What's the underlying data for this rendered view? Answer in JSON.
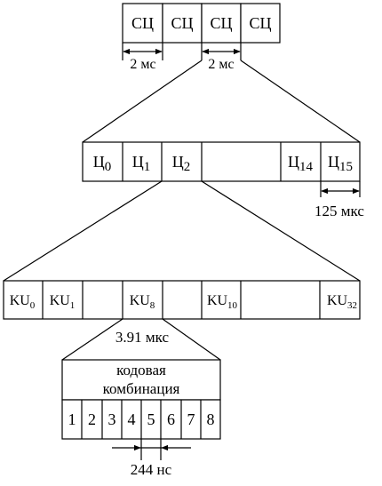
{
  "level1": {
    "cells": [
      "СЦ",
      "СЦ",
      "СЦ",
      "СЦ"
    ],
    "dim_left": "2 мс",
    "dim_right": "2 мс"
  },
  "level2": {
    "cells": [
      {
        "main": "Ц",
        "sub": "0"
      },
      {
        "main": "Ц",
        "sub": "1"
      },
      {
        "main": "Ц",
        "sub": "2"
      },
      {
        "main": "Ц",
        "sub": "14"
      },
      {
        "main": "Ц",
        "sub": "15"
      }
    ],
    "dim": "125 мкс"
  },
  "level3": {
    "cells": [
      {
        "main": "KU",
        "sub": "0"
      },
      {
        "main": "KU",
        "sub": "1"
      },
      {
        "main": "KU",
        "sub": "8"
      },
      {
        "main": "KU",
        "sub": "10"
      },
      {
        "main": "KU",
        "sub": "32"
      }
    ],
    "dim": "3.91 мкс"
  },
  "level4": {
    "title_line1": "кодовая",
    "title_line2": "комбинация",
    "bits": [
      "1",
      "2",
      "3",
      "4",
      "5",
      "6",
      "7",
      "8"
    ],
    "dim": "244 нс"
  },
  "colors": {
    "stroke": "#000000",
    "background": "#ffffff"
  }
}
